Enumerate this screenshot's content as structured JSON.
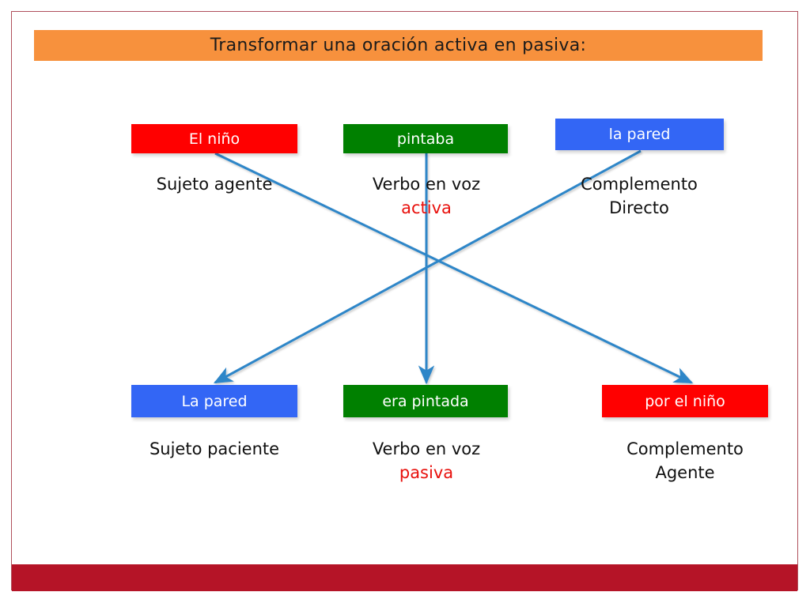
{
  "slide": {
    "title": "Transformar una oración activa en pasiva:",
    "border_color": "#B0505C",
    "title_bar_color": "#F7913D",
    "footer_bar_color": "#B51427",
    "background_color": "#FFFFFF"
  },
  "colors": {
    "red": "#FF0000",
    "green": "#008000",
    "blue": "#3366F5",
    "arrow": "#2E86C8",
    "accent_text": "#E8100C"
  },
  "active_row": {
    "boxes": [
      {
        "text": "El niño",
        "color": "#FF0000",
        "role": "subject"
      },
      {
        "text": "pintaba",
        "color": "#008000",
        "role": "verb"
      },
      {
        "text": "la pared",
        "color": "#3366F5",
        "role": "object"
      }
    ],
    "captions": [
      {
        "line1": "Sujeto agente",
        "line2": ""
      },
      {
        "line1": "Verbo en voz",
        "line2": "activa"
      },
      {
        "line1": "Complemento",
        "line2": "Directo"
      }
    ]
  },
  "passive_row": {
    "boxes": [
      {
        "text": "La pared",
        "color": "#3366F5",
        "role": "subject"
      },
      {
        "text": "era pintada",
        "color": "#008000",
        "role": "verb"
      },
      {
        "text": "por el niño",
        "color": "#FF0000",
        "role": "agent"
      }
    ],
    "captions": [
      {
        "line1": "Sujeto paciente",
        "line2": ""
      },
      {
        "line1": "Verbo en voz",
        "line2": "pasiva"
      },
      {
        "line1": "Complemento",
        "line2": "Agente"
      }
    ]
  },
  "arrows": [
    {
      "name": "subject-to-agent",
      "from": "El niño",
      "to": "por el niño"
    },
    {
      "name": "verb-to-verb",
      "from": "pintaba",
      "to": "era pintada"
    },
    {
      "name": "object-to-subject",
      "from": "la pared",
      "to": "La pared"
    }
  ]
}
